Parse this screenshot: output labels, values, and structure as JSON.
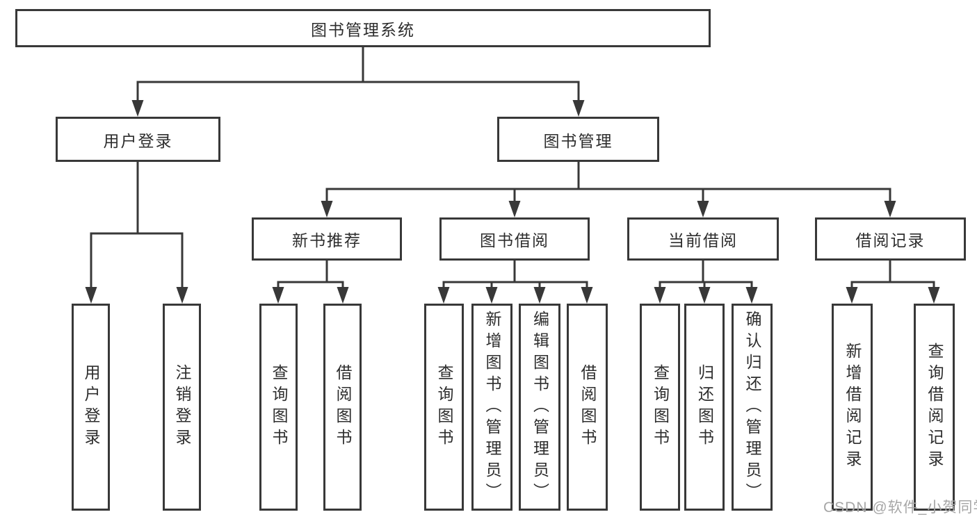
{
  "tree": {
    "root": {
      "label": "图书管理系统",
      "children": [
        {
          "label": "用户登录",
          "children": [
            {
              "label": "用户登录"
            },
            {
              "label": "注销登录"
            }
          ]
        },
        {
          "label": "图书管理",
          "children": [
            {
              "label": "新书推荐",
              "children": [
                {
                  "label": "查询图书"
                },
                {
                  "label": "借阅图书"
                }
              ]
            },
            {
              "label": "图书借阅",
              "children": [
                {
                  "label": "查询图书"
                },
                {
                  "label": "新增图书（管理员）"
                },
                {
                  "label": "编辑图书（管理员）"
                },
                {
                  "label": "借阅图书"
                }
              ]
            },
            {
              "label": "当前借阅",
              "children": [
                {
                  "label": "查询图书"
                },
                {
                  "label": "归还图书"
                },
                {
                  "label": "确认归还（管理员）"
                }
              ]
            },
            {
              "label": "借阅记录",
              "children": [
                {
                  "label": "新增借阅记录"
                },
                {
                  "label": "查询借阅记录"
                }
              ]
            }
          ]
        }
      ]
    }
  },
  "watermark": {
    "text": "CSDN @软件_小贺同学"
  },
  "colors": {
    "line": "#383838",
    "text": "#2d2d2d",
    "background": "#ffffff",
    "watermark": "#a6a6a6"
  }
}
